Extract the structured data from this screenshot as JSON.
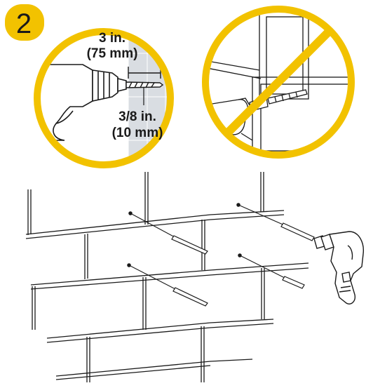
{
  "step": {
    "number": "2",
    "badge_color": "#f2c200"
  },
  "detail_circle": {
    "depth_label_line1": "3 in.",
    "depth_label_line2": "(75 mm)",
    "bit_label_line1": "3/8 in.",
    "bit_label_line2": "(10 mm)",
    "ring_color": "#f2c200",
    "tile_color": "#d9dde2"
  },
  "prohibited_circle": {
    "ring_color": "#f2c200",
    "icon": "prohibited-icon"
  },
  "main_illustration": {
    "subject": "drill-on-brick-wall",
    "line_color": "#1a1a1a"
  }
}
